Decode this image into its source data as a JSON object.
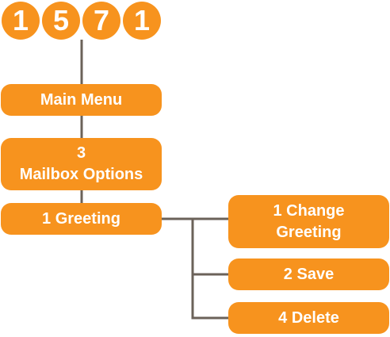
{
  "dialed_digits": [
    "1",
    "5",
    "7",
    "1"
  ],
  "colors": {
    "node_fill": "#f7931e",
    "node_text": "#ffffff",
    "connector": "#6b6259",
    "background": "#ffffff"
  },
  "menu": {
    "main": "Main Menu",
    "mailbox_options": {
      "key": "3",
      "label": "Mailbox Options"
    },
    "greeting": "1 Greeting",
    "greeting_options": {
      "change": [
        "1 Change",
        "Greeting"
      ],
      "save": "2 Save",
      "delete": "4 Delete"
    }
  }
}
